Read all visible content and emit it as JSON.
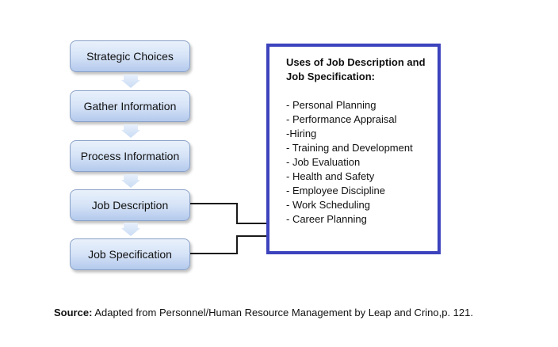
{
  "colors": {
    "uses_border": "#3c43bd",
    "step_border": "#8aa2c8",
    "step_fill_top": "#e9f1fb",
    "step_fill_bottom": "#b3c9ec",
    "connector": "#1a1a1a",
    "text": "#1a1a1a"
  },
  "flowchart": {
    "steps": [
      {
        "label": "Strategic Choices"
      },
      {
        "label": "Gather Information"
      },
      {
        "label": "Process Information"
      },
      {
        "label": "Job Description"
      },
      {
        "label": "Job Specification"
      }
    ]
  },
  "uses_box": {
    "title_lines": [
      "Uses of Job Description and",
      "Job Specification:"
    ],
    "items": [
      "- Personal Planning",
      "- Performance Appraisal",
      "-Hiring",
      "- Training and Development",
      "- Job Evaluation",
      "- Health and Safety",
      "- Employee Discipline",
      "- Work Scheduling",
      "- Career Planning"
    ]
  },
  "source_note": {
    "label": "Source:",
    "text": "Adapted from Personnel/Human Resource Management by Leap and Crino,p. 121."
  }
}
